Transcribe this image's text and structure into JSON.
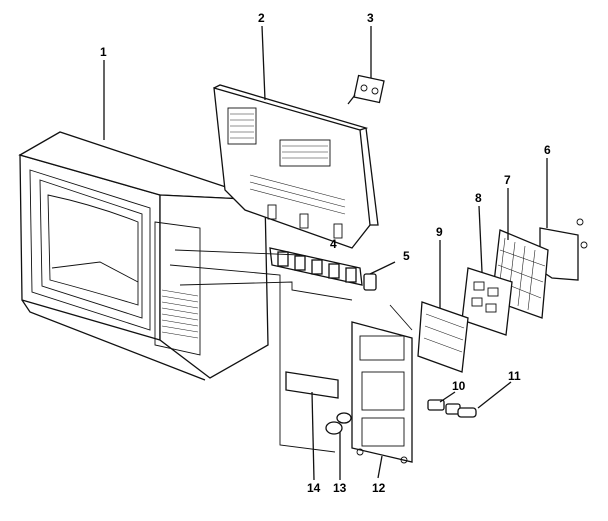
{
  "diagram": {
    "type": "exploded-parts-view",
    "part_labels": [
      "1",
      "2",
      "3",
      "4",
      "5",
      "6",
      "7",
      "8",
      "9",
      "10",
      "11",
      "12",
      "13",
      "14"
    ]
  }
}
